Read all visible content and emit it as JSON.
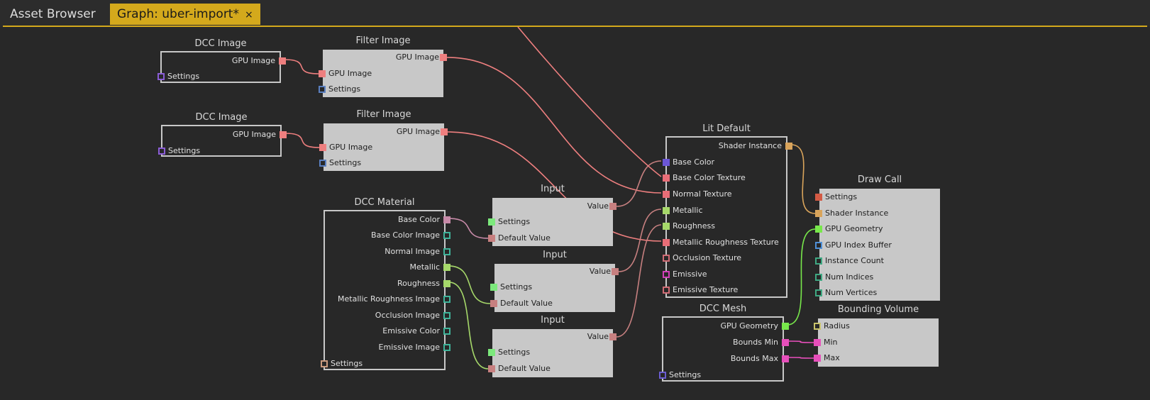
{
  "tabs": [
    {
      "label": "Asset Browser",
      "active": false
    },
    {
      "label": "Graph: uber-import*",
      "active": true,
      "close": "×"
    }
  ],
  "accent": "#d4a91c",
  "nodes": {
    "dcc_image_1": {
      "title": "DCC Image",
      "outputs": [
        "GPU Image"
      ],
      "inputs": [
        "Settings"
      ]
    },
    "filter_image_1": {
      "title": "Filter Image",
      "outputs": [
        "GPU Image"
      ],
      "inputs": [
        "GPU Image",
        "Settings"
      ]
    },
    "dcc_image_2": {
      "title": "DCC Image",
      "outputs": [
        "GPU Image"
      ],
      "inputs": [
        "Settings"
      ]
    },
    "filter_image_2": {
      "title": "Filter Image",
      "outputs": [
        "GPU Image"
      ],
      "inputs": [
        "GPU Image",
        "Settings"
      ]
    },
    "dcc_material": {
      "title": "DCC Material",
      "outputs": [
        "Base Color",
        "Base Color Image",
        "Normal Image",
        "Metallic",
        "Roughness",
        "Metallic Roughness Image",
        "Occlusion Image",
        "Emissive Color",
        "Emissive Image"
      ],
      "inputs": [
        "Settings"
      ]
    },
    "input_1": {
      "title": "Input",
      "outputs": [
        "Value"
      ],
      "inputs": [
        "Settings",
        "Default Value"
      ]
    },
    "input_2": {
      "title": "Input",
      "outputs": [
        "Value"
      ],
      "inputs": [
        "Settings",
        "Default Value"
      ]
    },
    "input_3": {
      "title": "Input",
      "outputs": [
        "Value"
      ],
      "inputs": [
        "Settings",
        "Default Value"
      ]
    },
    "lit_default": {
      "title": "Lit Default",
      "outputs": [
        "Shader Instance"
      ],
      "inputs": [
        "Base Color",
        "Base Color Texture",
        "Normal Texture",
        "Metallic",
        "Roughness",
        "Metallic Roughness Texture",
        "Occlusion Texture",
        "Emissive",
        "Emissive Texture"
      ]
    },
    "draw_call": {
      "title": "Draw Call",
      "inputs": [
        "Settings",
        "Shader Instance",
        "GPU Geometry",
        "GPU Index Buffer",
        "Instance Count",
        "Num Indices",
        "Num Vertices"
      ]
    },
    "dcc_mesh": {
      "title": "DCC Mesh",
      "outputs": [
        "GPU Geometry",
        "Bounds Min",
        "Bounds Max"
      ],
      "inputs": [
        "Settings"
      ]
    },
    "bounding_volume": {
      "title": "Bounding Volume",
      "inputs": [
        "Radius",
        "Min",
        "Max"
      ]
    }
  },
  "colors": {
    "gpu_image": "#ee7f7f",
    "settings_purple": "#8a5cd6",
    "settings_blue": "#5a7fc0",
    "material_color": "#c78aa8",
    "teal": "#3fb39a",
    "float": "#a6d86a",
    "settings_tan": "#c99a7e",
    "green_bright": "#7ce87c",
    "value": "#c78080",
    "base_color_in": "#6b56d6",
    "texture": "#e86d77",
    "hollow_red": "#cf6b74",
    "magenta": "#d23fb9",
    "shader": "#d9a45b",
    "settings_red": "#d35a44",
    "geometry": "#78e84b",
    "index_blue": "#4f8fd6",
    "count_teal": "#3fa882",
    "bounds": "#e74fbb",
    "radius": "#c9c36a",
    "mesh_settings": "#6a5cd0"
  }
}
